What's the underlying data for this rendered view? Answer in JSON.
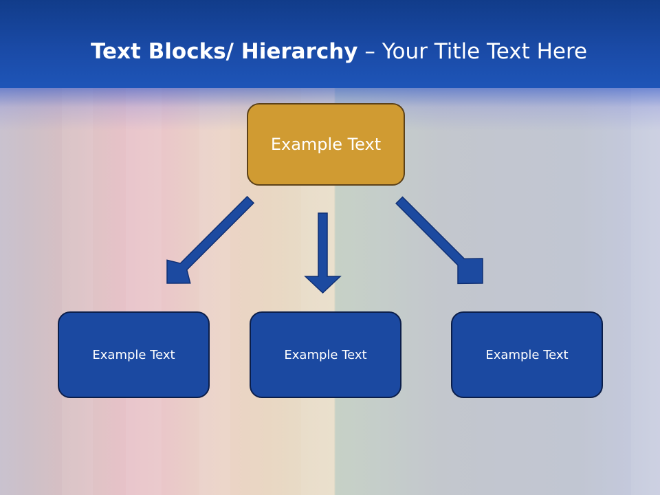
{
  "slide": {
    "title_bold": "Text Blocks/ Hierarchy",
    "title_separator": " – ",
    "title_rest": "Your Title Text Here"
  },
  "hierarchy": {
    "parent_label": "Example Text",
    "children": [
      {
        "label": "Example Text"
      },
      {
        "label": "Example Text"
      },
      {
        "label": "Example Text"
      }
    ]
  },
  "colors": {
    "header": "#1a4aa6",
    "parent_fill": "#d09b32",
    "child_fill": "#1b49a1",
    "arrow_fill": "#1c4aa0"
  }
}
